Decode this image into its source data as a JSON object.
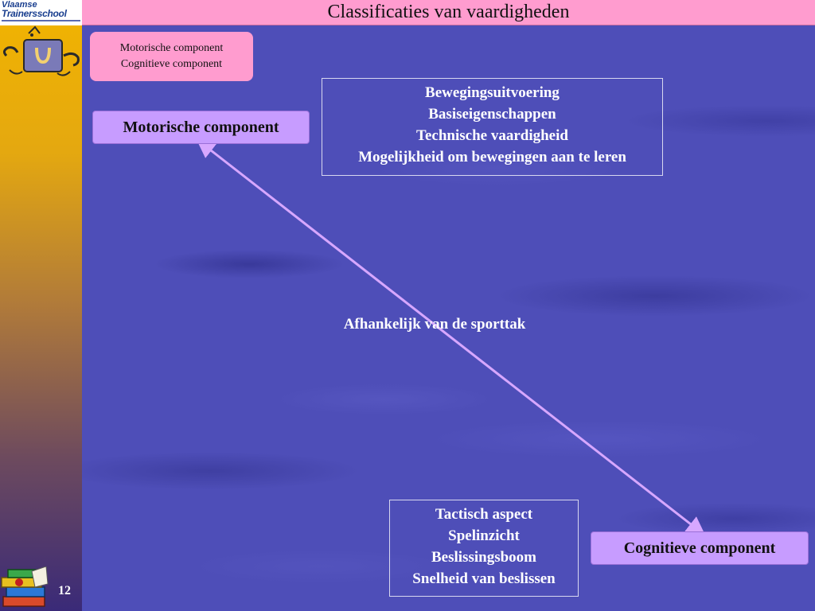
{
  "logo": {
    "line1": "Vlaamse",
    "line2": "Trainersschool"
  },
  "slide": {
    "title": "Classificaties van vaardigheden",
    "page_number": "12"
  },
  "legend": {
    "items": [
      "Motorische component",
      "Cognitieve component"
    ]
  },
  "motor": {
    "label": "Motorische component",
    "items": [
      "Bewegingsuitvoering",
      "Basiseigenschappen",
      "Technische vaardigheid",
      "Mogelijkheid om bewegingen aan te leren"
    ]
  },
  "cognitive": {
    "label": "Cognitieve component",
    "items": [
      "Tactisch aspect",
      "Spelinzicht",
      "Beslissingsboom",
      "Snelheid van beslissen"
    ]
  },
  "dependency": "Afhankelijk van de sporttak",
  "colors": {
    "title_bar": "#ff9ccf",
    "background": "#4e4eb8",
    "label_fill": "#c79cff",
    "arrow": "#d7a7ff",
    "text_light": "#ffffff"
  }
}
